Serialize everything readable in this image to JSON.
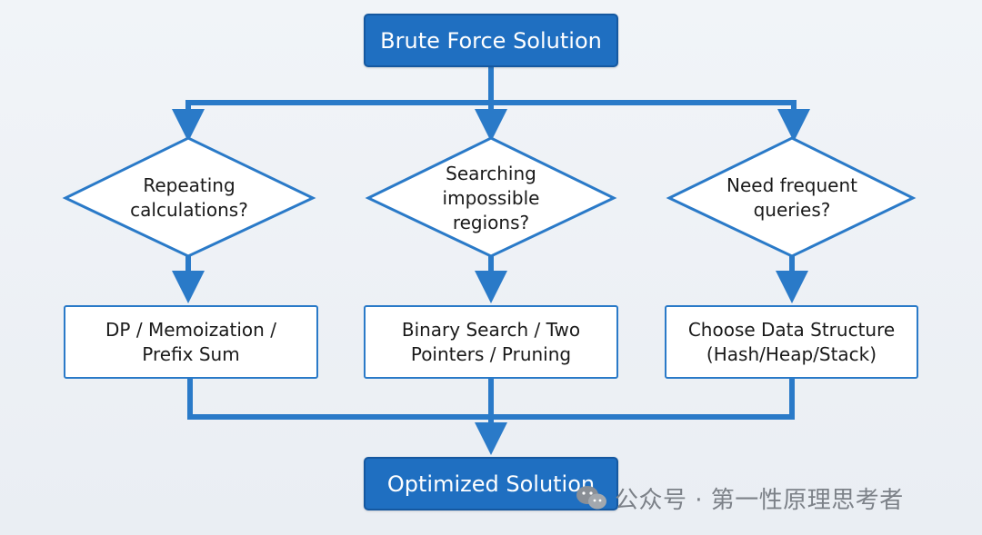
{
  "diagram": {
    "start": {
      "label": "Brute Force Solution"
    },
    "decisions": [
      {
        "label": "Repeating\ncalculations?"
      },
      {
        "label": "Searching\nimpossible\nregions?"
      },
      {
        "label": "Need frequent\nqueries?"
      }
    ],
    "techniques": [
      {
        "label": "DP / Memoization /\nPrefix Sum"
      },
      {
        "label": "Binary Search / Two\nPointers / Pruning"
      },
      {
        "label": "Choose Data Structure\n(Hash/Heap/Stack)"
      }
    ],
    "end": {
      "label": "Optimized Solution"
    }
  },
  "watermark": {
    "text": "公众号 · 第一性原理思考者",
    "icon": "wechat-icon"
  },
  "colors": {
    "accent": "#1f6fc1",
    "accent_border": "#1558a0",
    "connector": "#2a7ac8",
    "box_fill": "#ffffff",
    "background": "#eef2f6"
  }
}
